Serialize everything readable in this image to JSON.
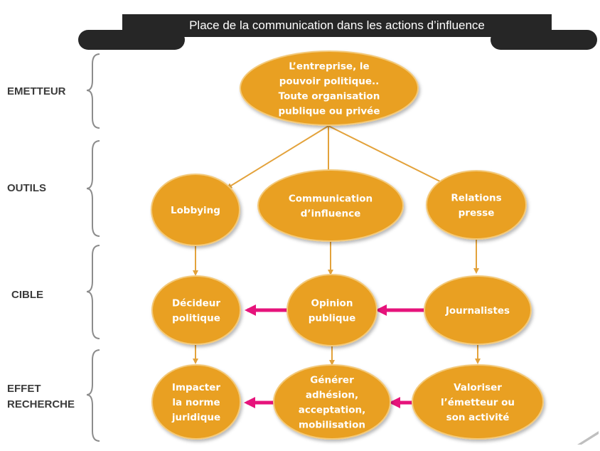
{
  "title": "Place de la communication dans les actions d’influence",
  "row_labels": {
    "emetteur": "EMETTEUR",
    "outils": "OUTILS",
    "cible": "CIBLE",
    "effet": [
      "EFFET",
      "RECHERCHE"
    ]
  },
  "nodes": {
    "emetteur": [
      "L’entreprise, le",
      "pouvoir politique..",
      "Toute organisation",
      "publique ou privée"
    ],
    "lobbying": [
      "Lobbying"
    ],
    "communication": [
      "Communication",
      "d’influence"
    ],
    "relations": [
      "Relations",
      "presse"
    ],
    "decideur": [
      "Décideur",
      "politique"
    ],
    "opinion": [
      "Opinion",
      "publique"
    ],
    "journalistes": [
      "Journalistes"
    ],
    "impacter": [
      "Impacter",
      "la norme",
      "juridique"
    ],
    "generer": [
      "Générer",
      "adhésion,",
      "acceptation,",
      "mobilisation"
    ],
    "valoriser": [
      "Valoriser",
      "l’émetteur ou",
      "son activité"
    ]
  },
  "colors": {
    "node_fill": "#E9A020",
    "node_stroke": "#F3C97A",
    "arrow": "#E3A23B",
    "influence_arrow": "#E6137B",
    "banner": "#262626",
    "brace": "#8C8C8C"
  }
}
